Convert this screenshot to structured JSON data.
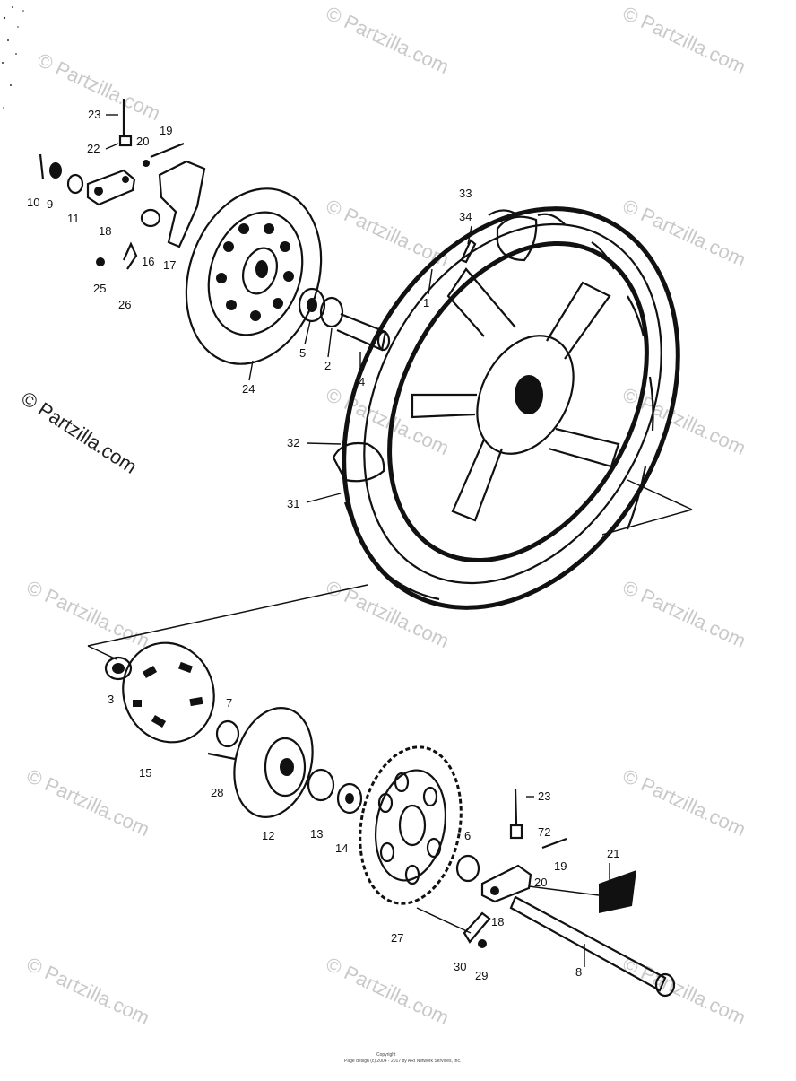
{
  "watermark": "© Partzilla.com",
  "callouts": [
    "1",
    "2",
    "3",
    "4",
    "5",
    "6",
    "7",
    "8",
    "9",
    "10",
    "11",
    "12",
    "13",
    "14",
    "15",
    "16",
    "17",
    "18",
    "19",
    "20",
    "21",
    "22",
    "23",
    "24",
    "25",
    "26",
    "27",
    "28",
    "29",
    "30",
    "31",
    "32",
    "33",
    "34",
    "72"
  ],
  "footer": {
    "line1": "Copyright",
    "line2": "Page design (c) 2004 - 2017 by ARI Network Services, Inc."
  },
  "colors": {
    "ink": "#111111",
    "watermark": "#c9c9c9",
    "paper": "#ffffff"
  }
}
